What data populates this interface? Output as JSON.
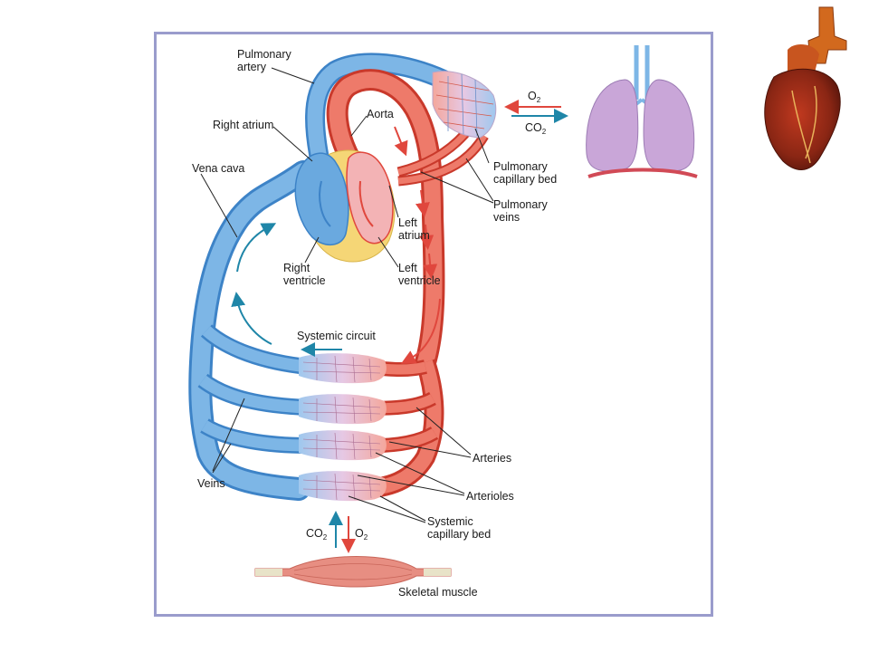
{
  "labels": {
    "pulmonary_artery": [
      "Pulmonary",
      "artery"
    ],
    "right_atrium": "Right atrium",
    "vena_cava": "Vena cava",
    "aorta": "Aorta",
    "o2_top": "O",
    "o2_top_sub": "2",
    "co2_top": "CO",
    "co2_top_sub": "2",
    "pulmonary_capillary_bed": [
      "Pulmonary",
      "capillary bed"
    ],
    "pulmonary_veins": [
      "Pulmonary",
      "veins"
    ],
    "left_atrium": [
      "Left",
      "atrium"
    ],
    "right_ventricle": [
      "Right",
      "ventricle"
    ],
    "left_ventricle": [
      "Left",
      "ventricle"
    ],
    "systemic_circuit": "Systemic circuit",
    "arteries": "Arteries",
    "arterioles": "Arterioles",
    "veins": "Veins",
    "systemic_capillary_bed": [
      "Systemic",
      "capillary bed"
    ],
    "co2_bottom": "CO",
    "co2_bottom_sub": "2",
    "o2_bottom": "O",
    "o2_bottom_sub": "2",
    "skeletal_muscle": "Skeletal muscle"
  },
  "colors": {
    "frame": "#9a9ccc",
    "venous_blue": "#6aa9df",
    "venous_edge": "#3d83c7",
    "arterial_red": "#e8604f",
    "arterial_edge": "#c9392b",
    "arrow_red": "#e0473d",
    "arrow_teal": "#1f86a8",
    "lung": "#c9a6d8",
    "muscle": "#e78e82",
    "heart_yellow": "#f5d676",
    "heart_pink": "#f3b3b5"
  }
}
